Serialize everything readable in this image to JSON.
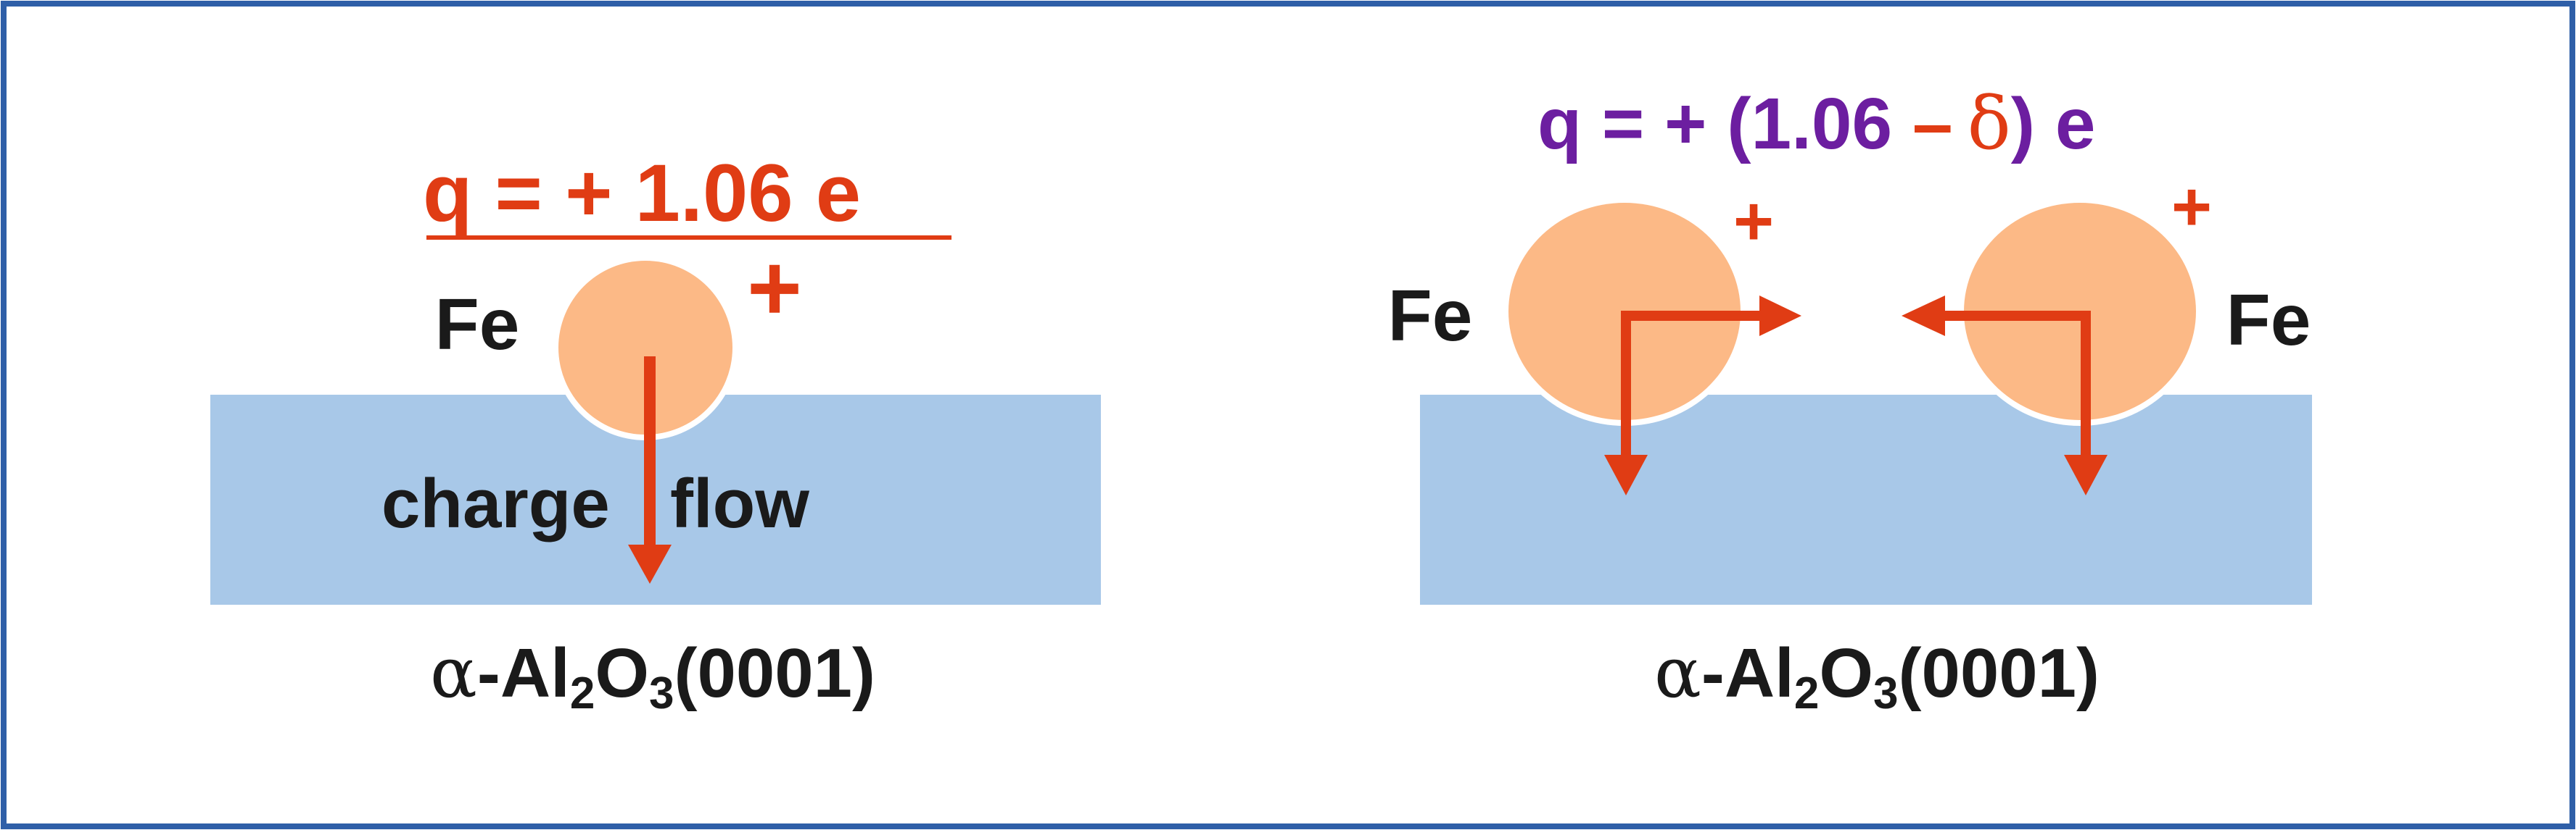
{
  "colors": {
    "border": "#2f5fa8",
    "substrate": "#a8c8e8",
    "atom": "#fcb986",
    "arrow": "#e03c14",
    "charge_left": "#e03c14",
    "charge_right": "#6c1ea0",
    "delta": "#e03c14",
    "text": "#1a1a1a"
  },
  "left_panel": {
    "charge_label": "q = + 1.06 e",
    "atom_label": "Fe",
    "plus_sign": "+",
    "flow_word_1": "charge",
    "flow_word_2": "flow",
    "substrate_alpha": "α",
    "substrate_dash": "-Al",
    "substrate_sub1": "2",
    "substrate_o": "O",
    "substrate_sub2": "3",
    "substrate_face": "(0001)"
  },
  "right_panel": {
    "charge_prefix": "q = + (1.06 ",
    "charge_minus": "–",
    "charge_delta": "δ",
    "charge_suffix": ") e",
    "atom_left_label": "Fe",
    "atom_right_label": "Fe",
    "plus_left": "+",
    "plus_right": "+",
    "substrate_alpha": "α",
    "substrate_dash": "-Al",
    "substrate_sub1": "2",
    "substrate_o": "O",
    "substrate_sub2": "3",
    "substrate_face": "(0001)"
  }
}
